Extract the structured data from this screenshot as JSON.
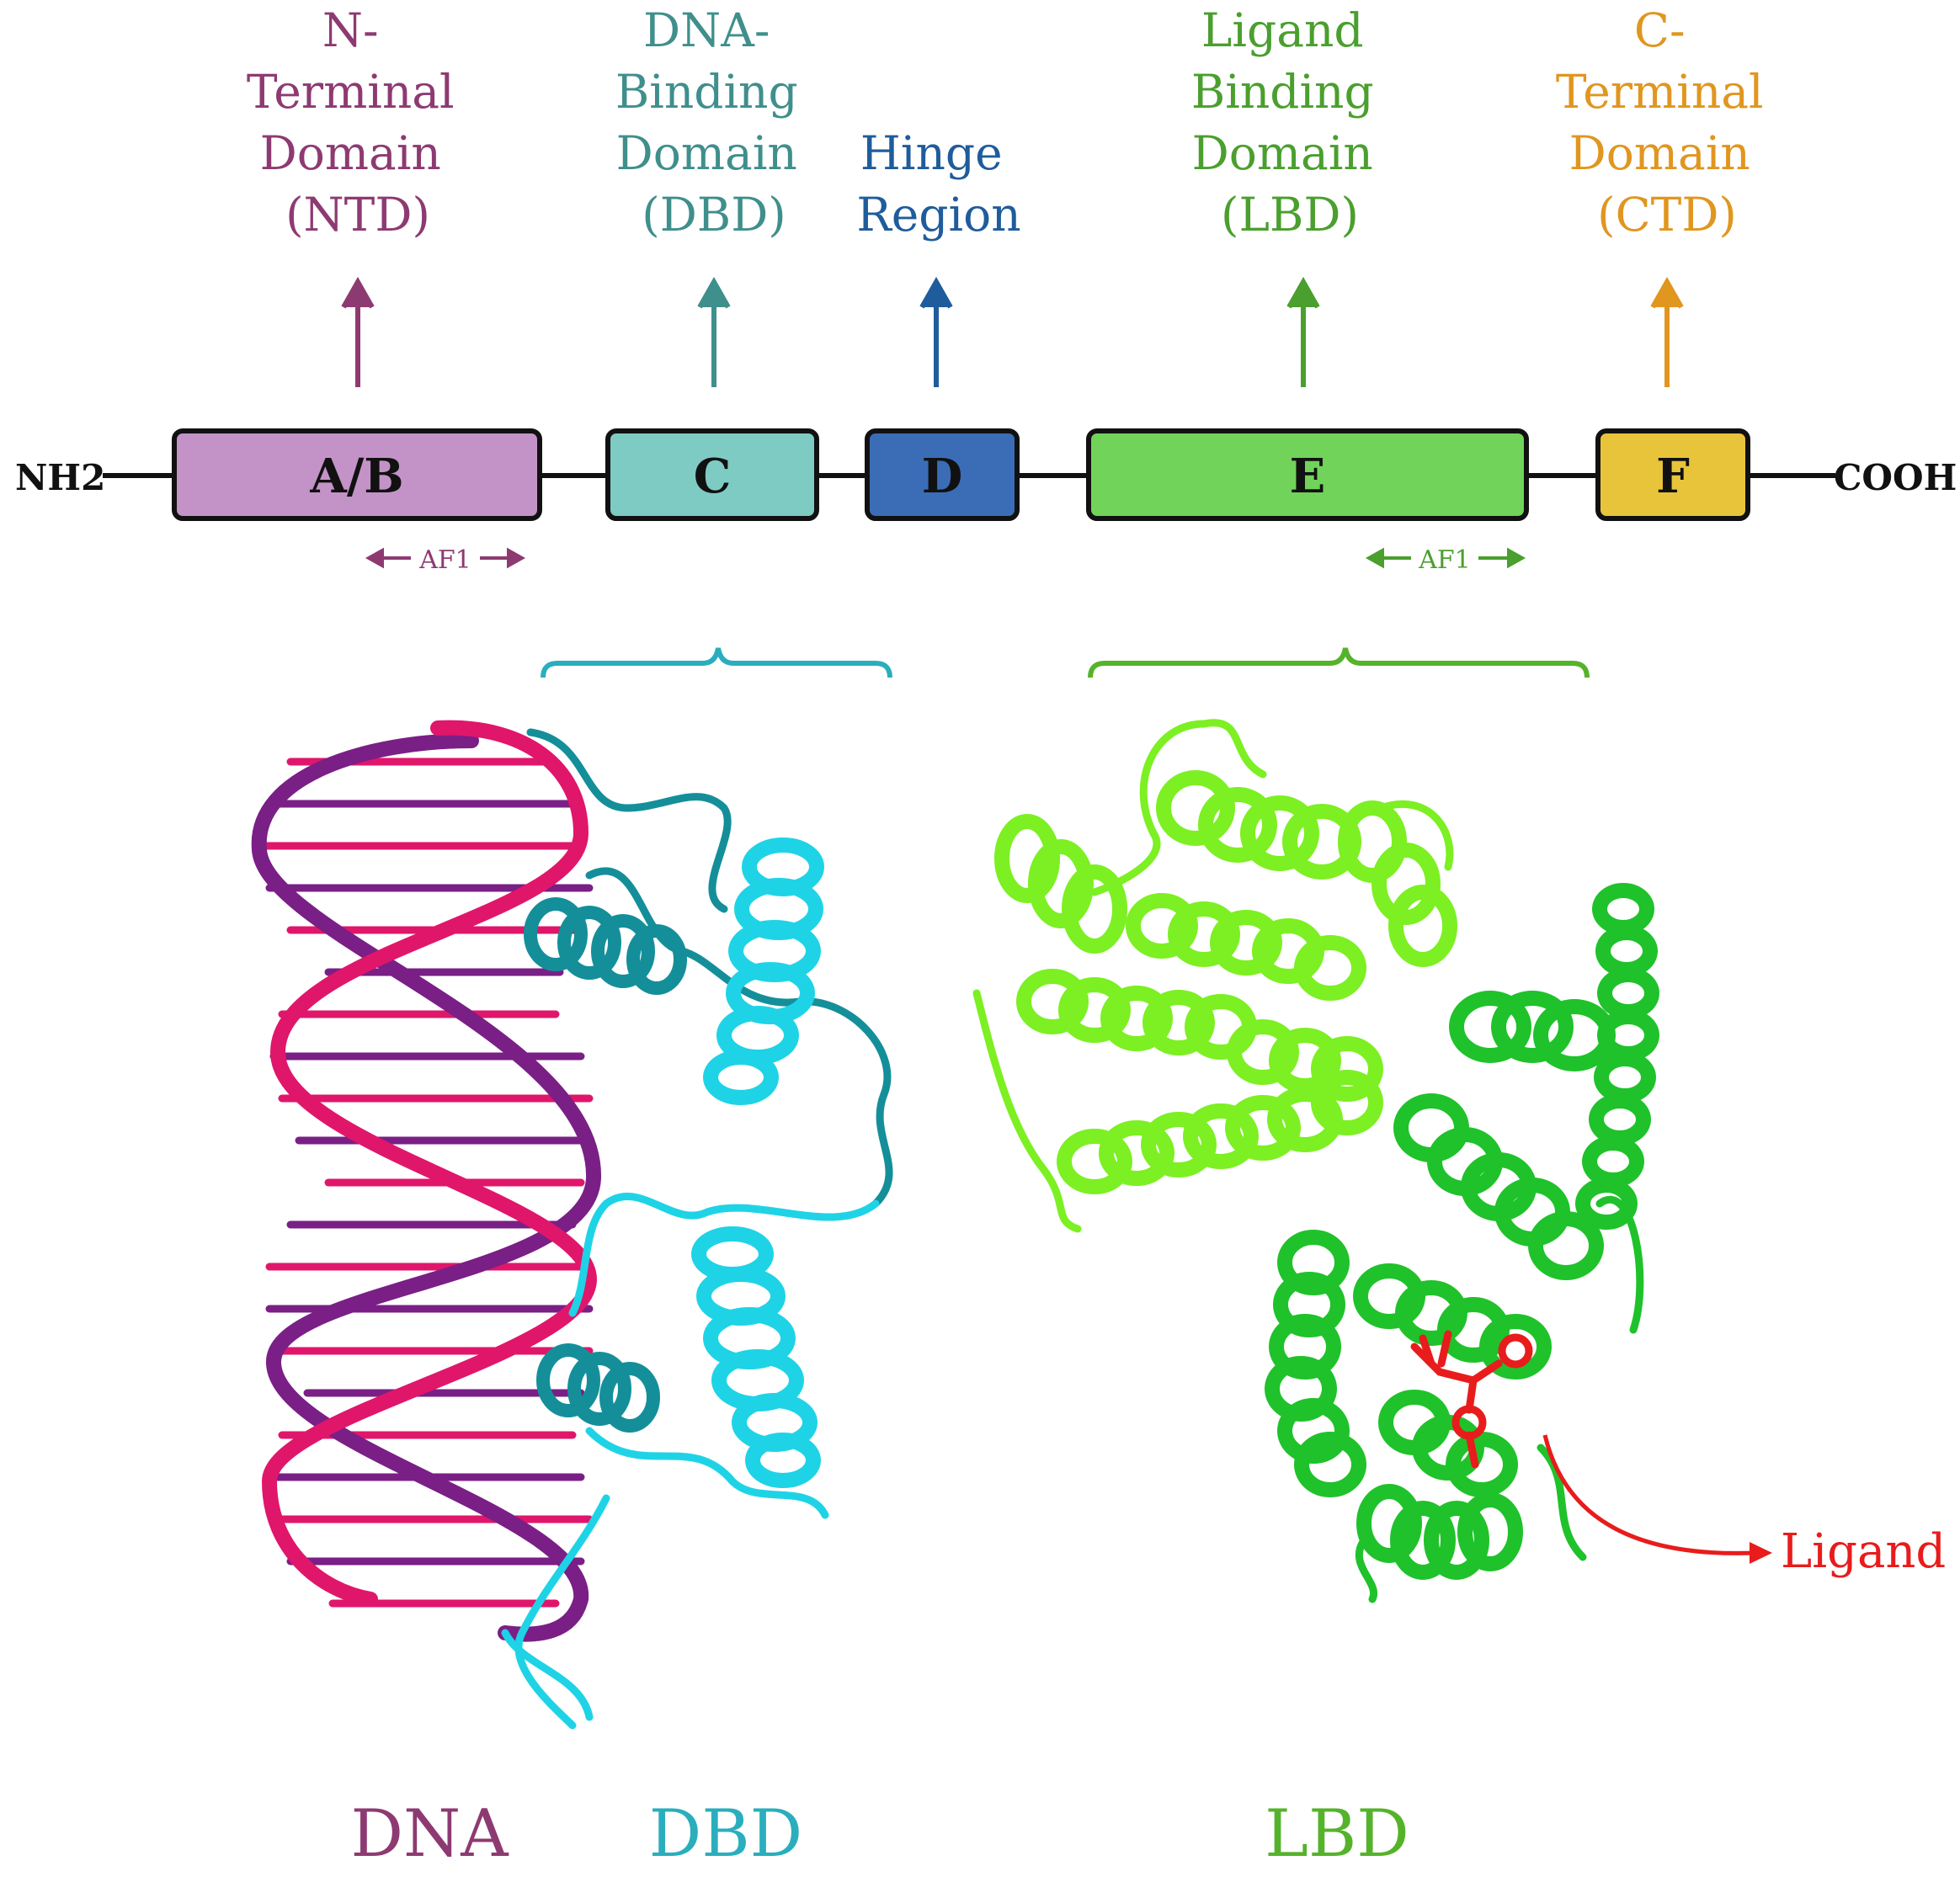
{
  "domains": [
    {
      "id": "ntd",
      "letter": "A/B",
      "label_lines": [
        "N-",
        "Terminal",
        "Domain",
        "(NTD)"
      ],
      "color": "#8e3a72",
      "fill": "#c393c8"
    },
    {
      "id": "dbd",
      "letter": "C",
      "label_lines": [
        "DNA-",
        "Binding",
        "Domain",
        "(DBD)"
      ],
      "color": "#3f8f8c",
      "fill": "#7ecbc4"
    },
    {
      "id": "hinge",
      "letter": "D",
      "label_lines": [
        "Hinge",
        "Region"
      ],
      "color": "#1f5c9c",
      "fill": "#3a6db6"
    },
    {
      "id": "lbd",
      "letter": "E",
      "label_lines": [
        "Ligand",
        "Binding",
        "Domain",
        "(LBD)"
      ],
      "color": "#4a9f2e",
      "fill": "#71d35a"
    },
    {
      "id": "ctd",
      "letter": "F",
      "label_lines": [
        "C-",
        "Terminal",
        "Domain",
        "(CTD)"
      ],
      "color": "#e0961f",
      "fill": "#e8c43a"
    }
  ],
  "terminals": {
    "n": "NH2",
    "c": "COOH"
  },
  "af_labels": [
    {
      "text": "AF1",
      "color": "#8e3a72"
    },
    {
      "text": "AF1",
      "color": "#4a9f2e"
    }
  ],
  "bottom_labels": {
    "dna": {
      "text": "DNA",
      "color": "#8e3a72"
    },
    "dbd": {
      "text": "DBD",
      "color": "#2aaebd"
    },
    "lbd": {
      "text": "LBD",
      "color": "#55b32b"
    }
  },
  "ligand_label": {
    "text": "Ligand",
    "color": "#e81c1c"
  },
  "colors": {
    "line": "#111111",
    "dna_strand_1": "#7a1f86",
    "dna_strand_2": "#e0166b",
    "dbd_dark": "#148f9a",
    "dbd_light": "#1fd3e6",
    "lbd_light": "#7cf022",
    "lbd_dark": "#1fc22a",
    "ligand": "#e81c1c"
  }
}
